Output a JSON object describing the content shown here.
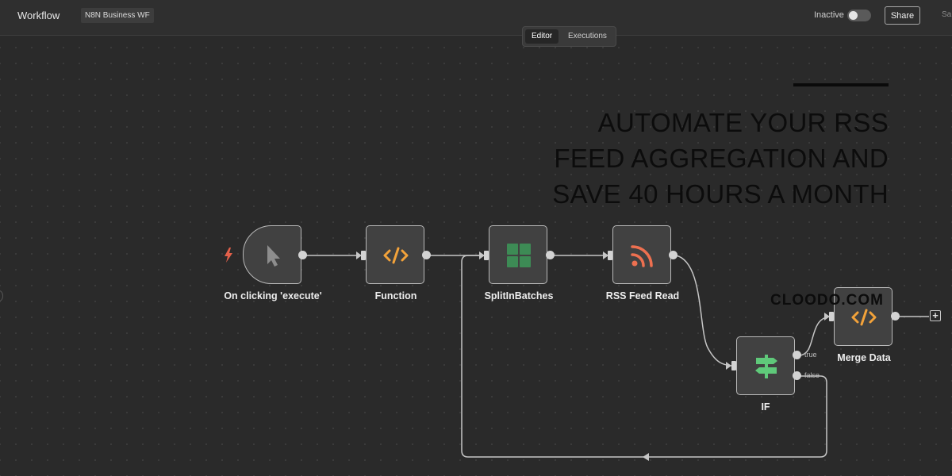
{
  "header": {
    "app_title": "Workflow",
    "workflow_name": "N8N Business WF",
    "status_label": "Inactive",
    "active": false,
    "share_label": "Share",
    "save_label": "Sa"
  },
  "tabs": [
    {
      "label": "Editor",
      "active": true
    },
    {
      "label": "Executions",
      "active": false
    }
  ],
  "nodes": {
    "trigger": {
      "label": "On clicking 'execute'",
      "icon": "cursor-arrow-icon"
    },
    "function": {
      "label": "Function",
      "icon": "code-brackets-icon"
    },
    "split": {
      "label": "SplitInBatches",
      "icon": "grid-icon"
    },
    "rss": {
      "label": "RSS Feed Read",
      "icon": "rss-feed-icon"
    },
    "if": {
      "label": "IF",
      "icon": "signpost-icon",
      "true_label": "true",
      "false_label": "false"
    },
    "merge": {
      "label": "Merge Data",
      "icon": "code-brackets-icon"
    }
  },
  "overlay": {
    "headline": "Automate your RSS feed aggregation and save 40 hours a month",
    "brand": "CLOODO.COM"
  },
  "colors": {
    "canvas": "#2a2a2a",
    "node_bg": "#414141",
    "function_orange": "#f2a23a",
    "split_green": "#3d8b55",
    "rss_orange": "#ee7050",
    "if_green": "#5fc97a",
    "trigger_bolt": "#e2604a"
  }
}
